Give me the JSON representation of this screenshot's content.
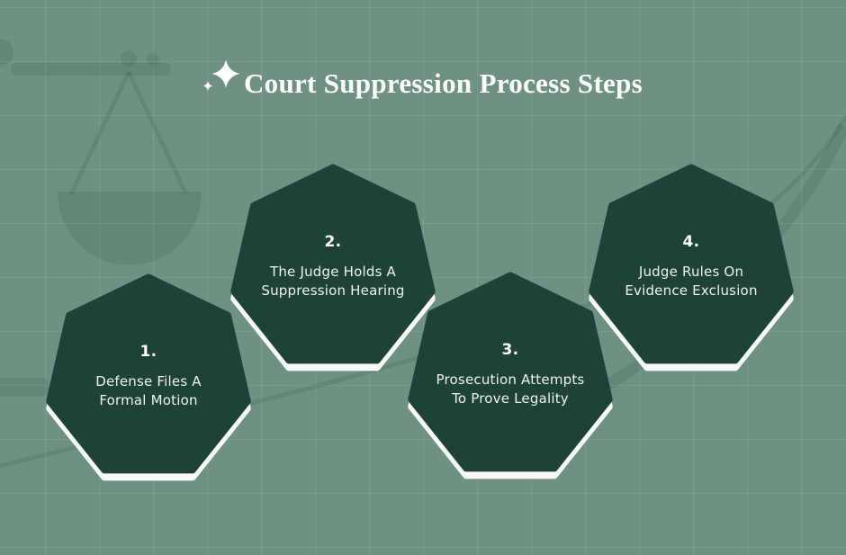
{
  "title": "Court Suppression Process Steps",
  "colors": {
    "background": "#6f9181",
    "shape": "#1e4238",
    "grid": "#ffffff14",
    "watermark": "#1e3c2e1f",
    "swoosh": "#1e3c2e21"
  },
  "steps": [
    {
      "number": "1.",
      "label": "Defense Files A\nFormal Motion"
    },
    {
      "number": "2.",
      "label": "The Judge Holds A\nSuppression Hearing"
    },
    {
      "number": "3.",
      "label": "Prosecution Attempts\nTo Prove Legality"
    },
    {
      "number": "4.",
      "label": "Judge Rules On\nEvidence Exclusion"
    }
  ]
}
